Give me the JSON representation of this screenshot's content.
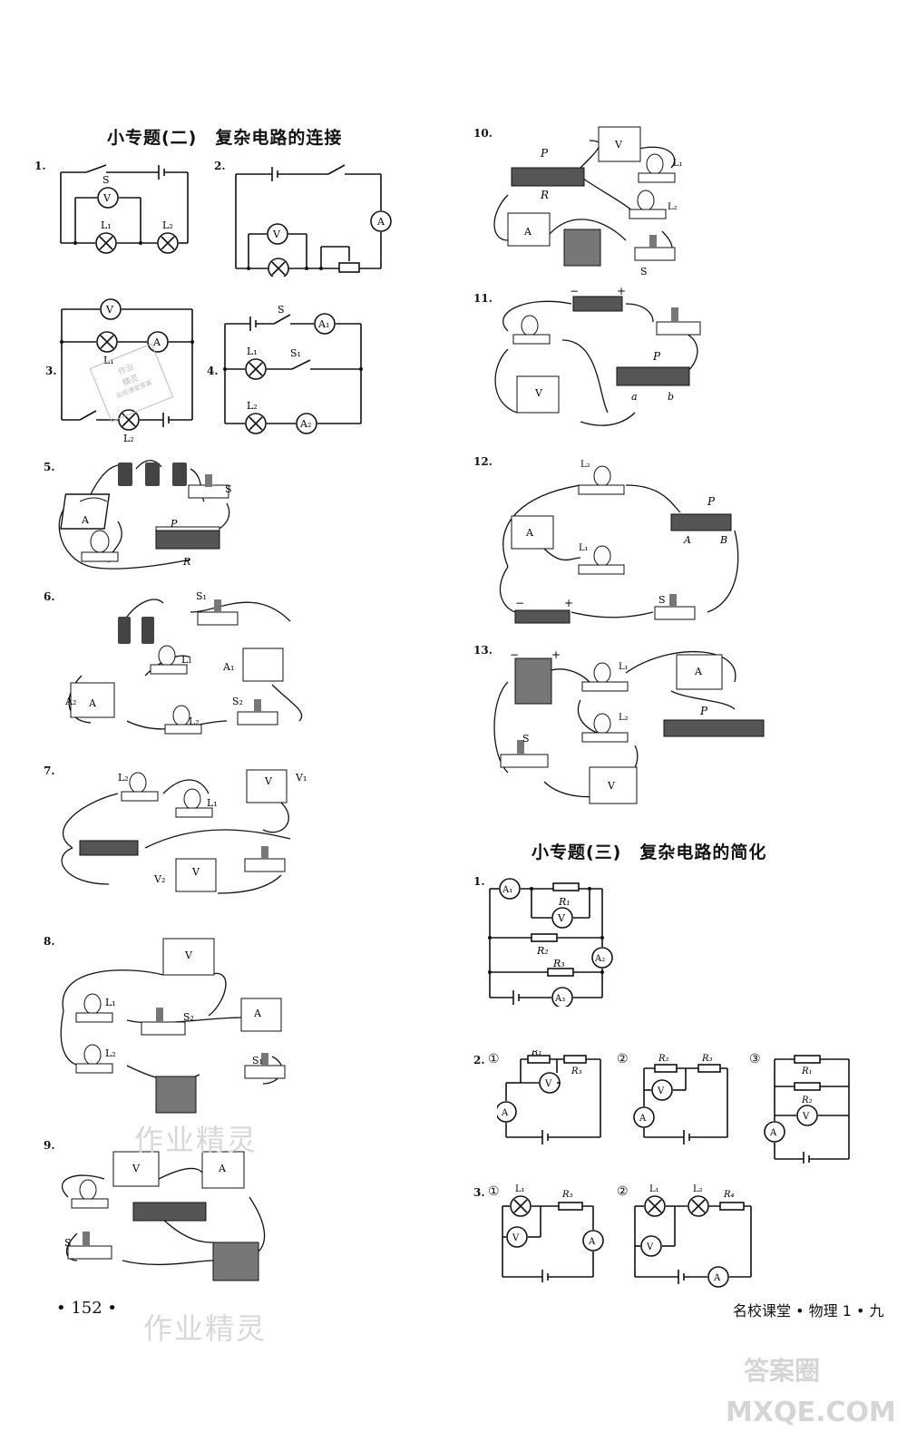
{
  "section2": {
    "title": "小专题(二)　复杂电路的连接",
    "items": [
      {
        "num": "1.",
        "labels": {
          "s": "S",
          "v": "V",
          "l1": "L₁",
          "l2": "L₂"
        }
      },
      {
        "num": "2.",
        "labels": {
          "a": "A",
          "v": "V"
        }
      },
      {
        "num": "3.",
        "labels": {
          "v": "V",
          "a": "A",
          "l1": "L₁",
          "l2": "L₂"
        }
      },
      {
        "num": "4.",
        "labels": {
          "s": "S",
          "a1": "A₁",
          "l1": "L₁",
          "s1": "S₁",
          "l2": "L₂",
          "a2": "A₂"
        }
      },
      {
        "num": "5.",
        "labels": {
          "s": "S",
          "a": "A",
          "p": "P",
          "r": "R"
        }
      },
      {
        "num": "6.",
        "labels": {
          "s1": "S₁",
          "l1": "L₁",
          "a1": "A₁",
          "a2": "A₂",
          "a": "A",
          "s2": "S₂",
          "l2": "L₂"
        }
      },
      {
        "num": "7.",
        "labels": {
          "l2": "L₂",
          "l1": "L₁",
          "v1": "V₁",
          "v2": "V₂",
          "v": "V"
        }
      },
      {
        "num": "8.",
        "labels": {
          "v": "V",
          "l1": "L₁",
          "s2": "S₂",
          "a": "A",
          "l2": "L₂",
          "s1": "S₁"
        }
      },
      {
        "num": "9.",
        "labels": {
          "v": "V",
          "a": "A",
          "s": "S"
        }
      },
      {
        "num": "10.",
        "labels": {
          "p": "P",
          "r": "R",
          "v": "V",
          "l1": "L₁",
          "l2": "L₂",
          "a": "A",
          "s": "S"
        }
      },
      {
        "num": "11.",
        "labels": {
          "minus": "−",
          "plus": "+",
          "p": "P",
          "v": "V",
          "a": "a",
          "b": "b"
        }
      },
      {
        "num": "12.",
        "labels": {
          "l2": "L₂",
          "l1": "L₁",
          "a": "A",
          "p": "P",
          "ca": "A",
          "cb": "B",
          "minus": "−",
          "plus": "+",
          "s": "S"
        }
      },
      {
        "num": "13.",
        "labels": {
          "minus": "−",
          "plus": "+",
          "l1": "L₁",
          "l2": "L₂",
          "a": "A",
          "p": "P",
          "s": "S",
          "v": "V"
        }
      }
    ]
  },
  "section3": {
    "title": "小专题(三)　复杂电路的简化",
    "items": [
      {
        "num": "1.",
        "labels": {
          "a1": "A₁",
          "r1": "R₁",
          "v": "V",
          "r2": "R₂",
          "a2": "A₂",
          "r3": "R₃",
          "a3": "A₃"
        }
      },
      {
        "num": "2.",
        "subs": [
          "①",
          "②",
          "③"
        ],
        "labels": {
          "r1": "R₁",
          "r2": "R₂",
          "r3": "R₃",
          "v": "V",
          "a": "A"
        }
      },
      {
        "num": "3.",
        "subs": [
          "①",
          "②"
        ],
        "labels": {
          "l1": "L₁",
          "l2": "L₂",
          "r3": "R₃",
          "r4": "R₄",
          "v": "V",
          "a": "A"
        }
      }
    ]
  },
  "stamp": {
    "line1": "作业",
    "line2": "精灵",
    "line3": "名校课堂答案"
  },
  "watermarks": {
    "wm1": "作业精灵",
    "wm2": "作业精灵"
  },
  "footer": {
    "page": "• 152 •",
    "book": "名校课堂 • 物理 1 • 九"
  },
  "logo": {
    "text1": "答案圈",
    "text2": "MXQE.COM"
  }
}
